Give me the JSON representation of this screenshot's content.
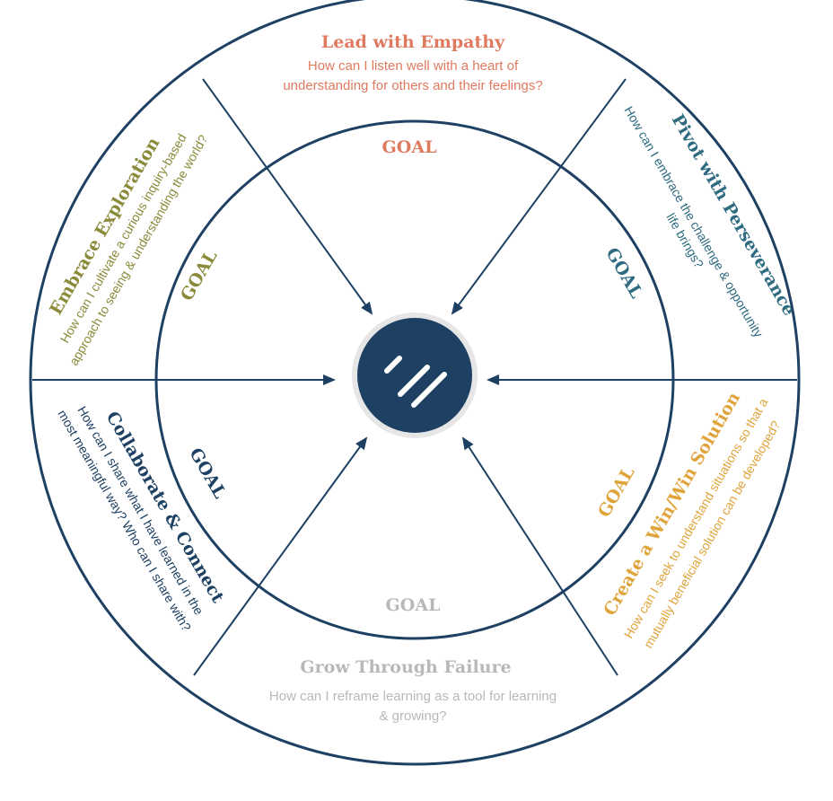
{
  "colors": {
    "navy": "#1d4063",
    "empathy": "#e07a5f",
    "perseverance": "#2e6a80",
    "winwin": "#e0a43c",
    "failure": "#b8b8b8",
    "collaborate": "#1d4063",
    "exploration": "#8a8a3a"
  },
  "center_logo": {
    "icon": "stripes-logo-icon"
  },
  "segments": {
    "lead_with_empathy": {
      "title": "Lead with Empathy",
      "line1": "How can I listen well with a heart of",
      "line2": "understanding for others and their feelings?",
      "goal": "GOAL"
    },
    "pivot_with_perseverance": {
      "title": "Pivot with Perseverance",
      "line1": "How can I embrace the challenge & opportunity",
      "line2": "life brings?",
      "goal": "GOAL"
    },
    "create_win_win": {
      "title": "Create a Win/Win Solution",
      "line1": "How can I seek to understand situations so that a",
      "line2": "mutually beneficial solution can be developed?",
      "goal": "GOAL"
    },
    "grow_through_failure": {
      "title": "Grow Through Failure",
      "line1": "How can I reframe learning as a tool for learning",
      "line2": "& growing?",
      "goal": "GOAL"
    },
    "collaborate_connect": {
      "title": "Collaborate & Connect",
      "line1": "How can I share what I have learned in the",
      "line2": "most meaningful way? Who can I share with?",
      "goal": "GOAL"
    },
    "embrace_exploration": {
      "title": "Embrace Exploration",
      "line1": "How can I cultivate a curious inquiry-based",
      "line2": "approach to seeing & understanding the world?",
      "goal": "GOAL"
    }
  }
}
